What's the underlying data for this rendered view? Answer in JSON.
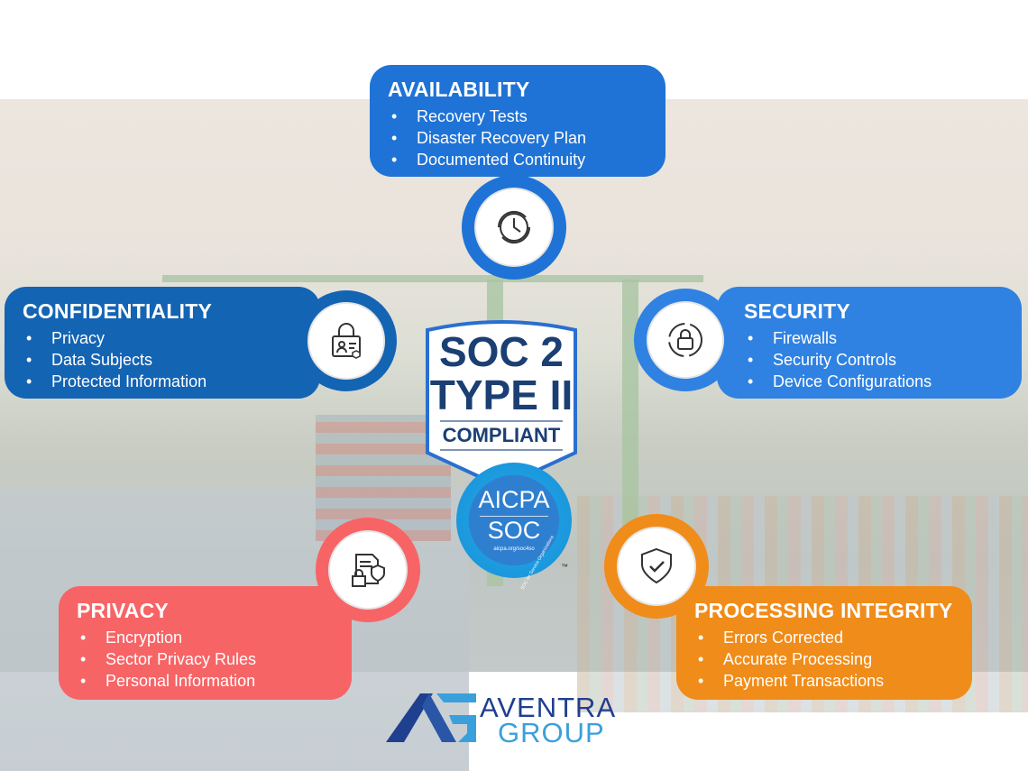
{
  "availability": {
    "title": "AVAILABILITY",
    "items": [
      "Recovery Tests",
      "Disaster Recovery Plan",
      "Documented Continuity"
    ],
    "color": "#1f73d6",
    "icon": "clock-refresh-icon"
  },
  "confidentiality": {
    "title": "CONFIDENTIALITY",
    "items": [
      "Privacy",
      "Data Subjects",
      "Protected Information"
    ],
    "color": "#1464b4",
    "icon": "lock-id-card-icon"
  },
  "security": {
    "title": "SECURITY",
    "items": [
      "Firewalls",
      "Security Controls",
      "Device Configurations"
    ],
    "color": "#2f82e2",
    "icon": "padlock-cycle-icon"
  },
  "privacy": {
    "title": "PRIVACY",
    "items": [
      "Encryption",
      "Sector Privacy Rules",
      "Personal Information"
    ],
    "color": "#f76466",
    "icon": "document-lock-shield-icon"
  },
  "processing": {
    "title": "PROCESSING INTEGRITY",
    "items": [
      "Errors Corrected",
      "Accurate Processing",
      "Payment Transactions"
    ],
    "color": "#f08c1a",
    "icon": "shield-check-icon"
  },
  "badge": {
    "line1": "SOC 2",
    "line2": "TYPE II",
    "line3": "COMPLIANT",
    "seal_top": "AICPA",
    "seal_bottom": "SOC",
    "seal_url": "aicpa.org/soc4so",
    "seal_ring": "SOC for Service Organizations",
    "tm": "™"
  },
  "logo": {
    "line1": "AVENTRA",
    "line2": "GROUP",
    "dark": "#1f3f8f",
    "light": "#3aa0dc"
  }
}
